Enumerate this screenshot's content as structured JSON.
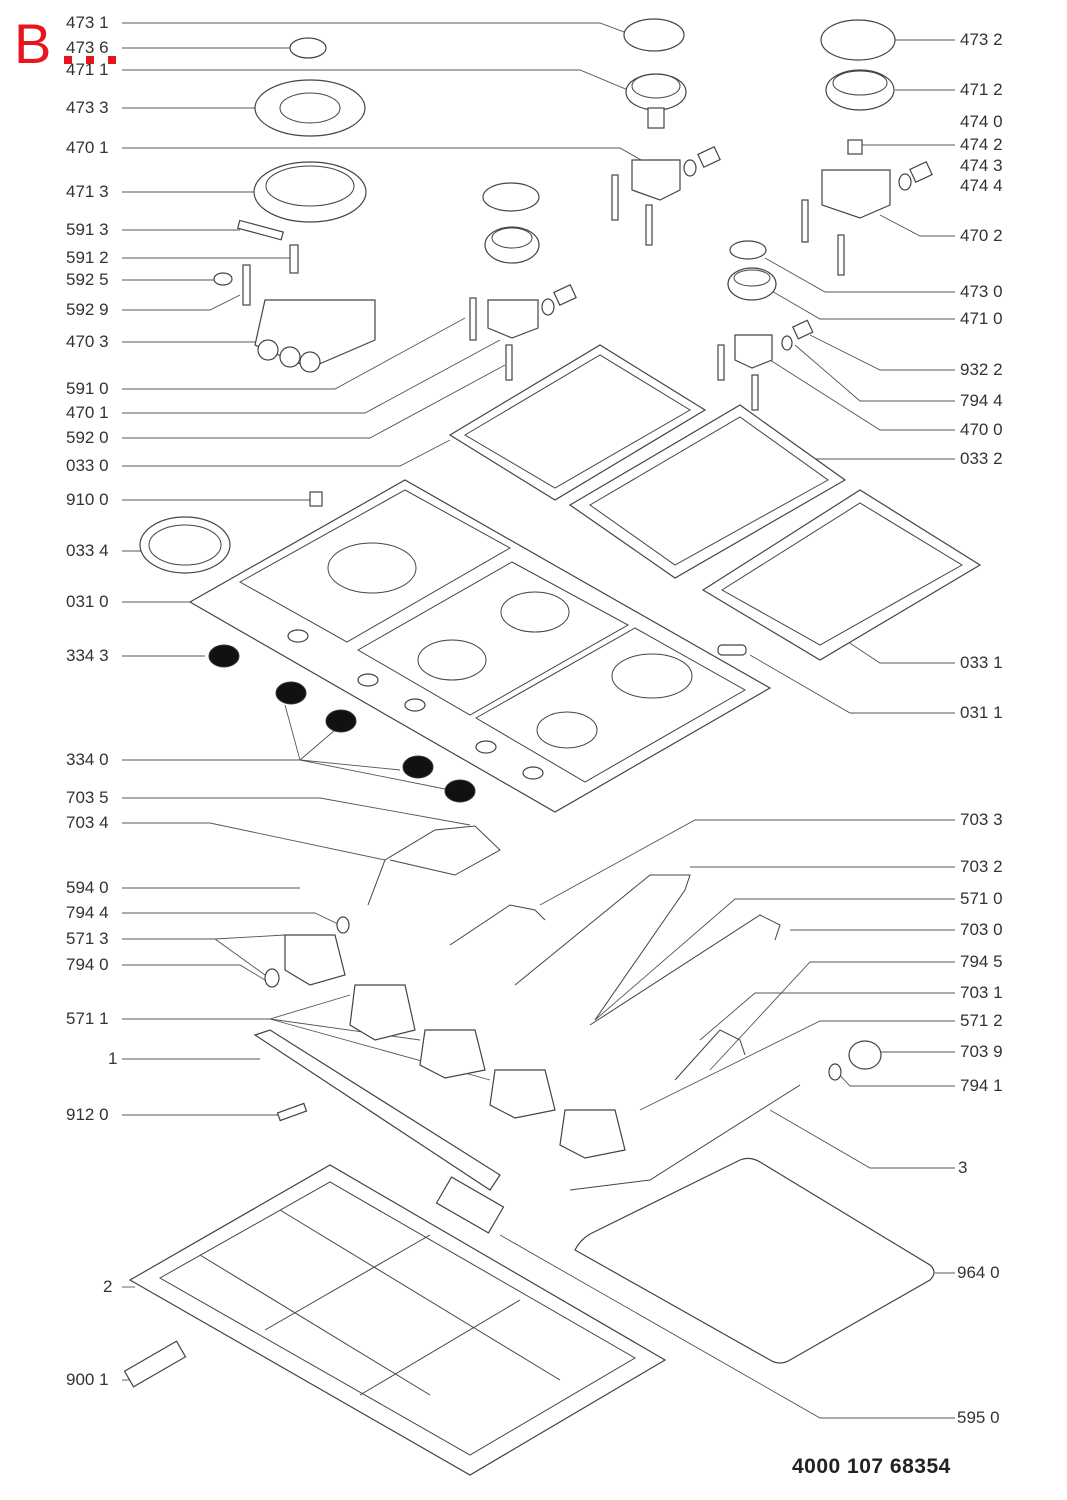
{
  "header": {
    "corner_mark": "B",
    "document_number": "4000 107 68354"
  },
  "labels_left": [
    "473 1",
    "473 6",
    "471 1",
    "473 3",
    "470 1",
    "471 3",
    "591 3",
    "591 2",
    "592 5",
    "592 9",
    "470 3",
    "591 0",
    "470 1",
    "592 0",
    "033 0",
    "910 0",
    "033 4",
    "031 0",
    "334 3",
    "334 0",
    "703 5",
    "703 4",
    "594 0",
    "794 4",
    "571 3",
    "794 0",
    "571 1",
    "1",
    "912 0",
    "2",
    "900 1"
  ],
  "labels_right": [
    "473 2",
    "471 2",
    "474 0",
    "474 2",
    "474 3",
    "474 4",
    "470 2",
    "473 0",
    "471 0",
    "932 2",
    "794 4",
    "470 0",
    "033 2",
    "033 1",
    "031 1",
    "703 3",
    "703 2",
    "571 0",
    "703 0",
    "794 5",
    "703 1",
    "571 2",
    "703 9",
    "794 1",
    "3",
    "964 0",
    "595 0"
  ],
  "colors": {
    "accent": "#e8141e",
    "line": "#555555"
  }
}
